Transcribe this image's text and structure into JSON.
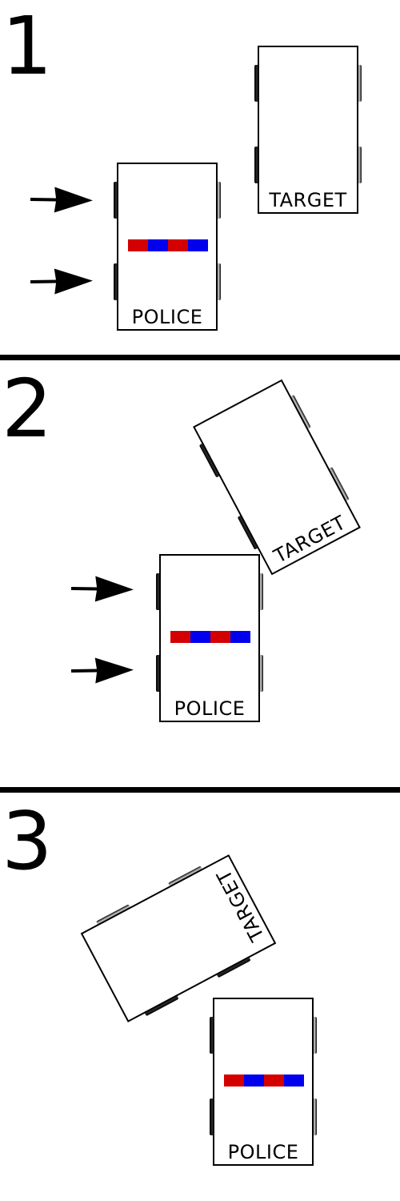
{
  "panels": [
    {
      "number": "1",
      "police_label": "POLICE",
      "target_label": "TARGET"
    },
    {
      "number": "2",
      "police_label": "POLICE",
      "target_label": "TARGET"
    },
    {
      "number": "3",
      "police_label": "POLICE",
      "target_label": "TARGET"
    }
  ],
  "colors": {
    "light_red": "#d40000",
    "light_blue": "#0000ee",
    "divider": "#000000",
    "car_fill": "#ffffff",
    "outline": "#000000"
  }
}
